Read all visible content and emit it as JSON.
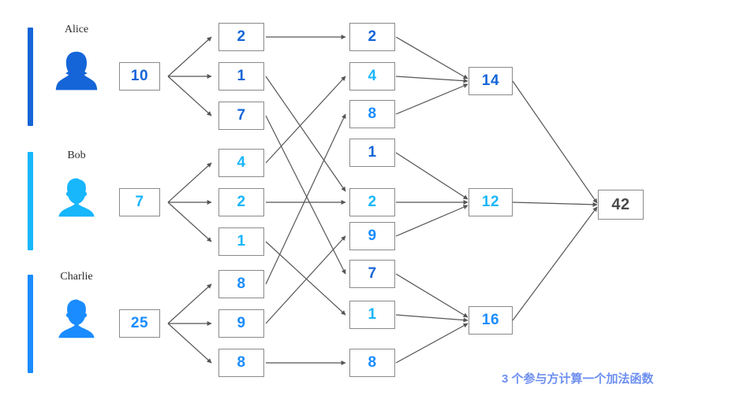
{
  "diagram": {
    "caption": "3 个参与方计算一个加法函数",
    "colors": {
      "alice": "#1565d8",
      "bob": "#18b6fb",
      "charlie": "#1a8cff",
      "total": "#4a4a4a",
      "caption": "#6d8ff0",
      "wire": "#555555",
      "box_border": "#8a8a8a"
    },
    "parties": [
      {
        "name": "Alice",
        "secret": "10",
        "avatar": "female-avatar-icon",
        "color_key": "alice",
        "shares": [
          "2",
          "1",
          "7"
        ]
      },
      {
        "name": "Bob",
        "secret": "7",
        "avatar": "male-avatar-icon",
        "color_key": "bob",
        "shares": [
          "4",
          "2",
          "1"
        ]
      },
      {
        "name": "Charlie",
        "secret": "25",
        "avatar": "male-avatar-icon",
        "color_key": "charlie",
        "shares": [
          "8",
          "9",
          "8"
        ]
      }
    ],
    "received_shares": [
      {
        "values": [
          "2",
          "4",
          "8"
        ],
        "owners": [
          "alice",
          "bob",
          "charlie"
        ]
      },
      {
        "values": [
          "1",
          "2",
          "9"
        ],
        "owners": [
          "alice",
          "bob",
          "charlie"
        ]
      },
      {
        "values": [
          "7",
          "1",
          "8"
        ],
        "owners": [
          "alice",
          "bob",
          "charlie"
        ]
      }
    ],
    "aggregates": [
      {
        "value": "14",
        "color_key": "alice"
      },
      {
        "value": "12",
        "color_key": "bob"
      },
      {
        "value": "16",
        "color_key": "charlie"
      }
    ],
    "total": {
      "value": "42",
      "color_key": "total"
    }
  }
}
